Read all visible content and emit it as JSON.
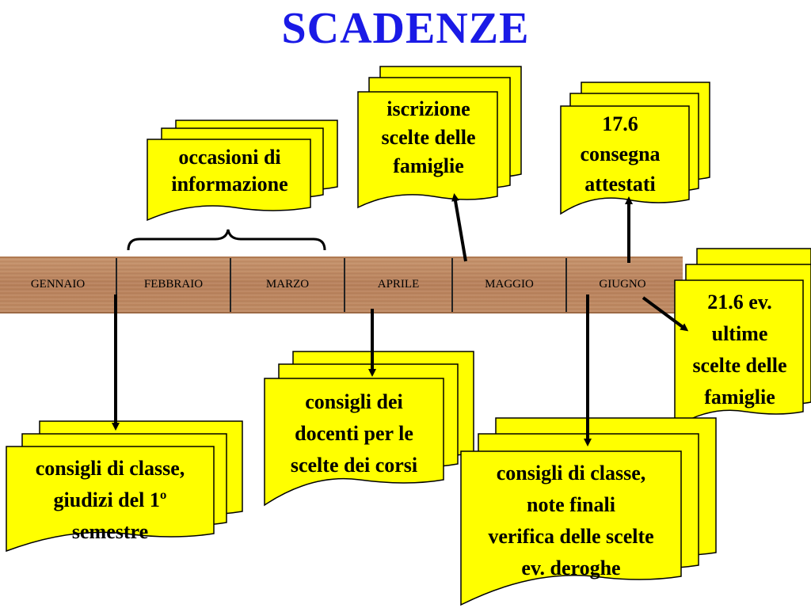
{
  "title": "SCADENZE",
  "months": [
    "GENNAIO",
    "FEBBRAIO",
    "MARZO",
    "APRILE",
    "MAGGIO",
    "GIUGNO"
  ],
  "docs": {
    "occasioni": "occasioni di\ninformazione",
    "iscrizione": "iscrizione\nscelte delle\nfamiglie",
    "consegna": "17.6\nconsegna\nattestati",
    "ultime_scelte": "21.6 ev.\nultime\nscelte delle\nfamiglie",
    "consigli_docenti": "consigli dei\ndocenti per le\nscelte dei corsi",
    "consigli_classe_1": "consigli di classe,\ngiudizi del 1º\nsemestre",
    "consigli_classe_2": "consigli di classe,\nnote finali\nverifica delle scelte\nev. deroghe"
  },
  "colors": {
    "title": "#1a1ae6",
    "doc_fill": "#ffff00",
    "timeline": "#c08a62"
  }
}
